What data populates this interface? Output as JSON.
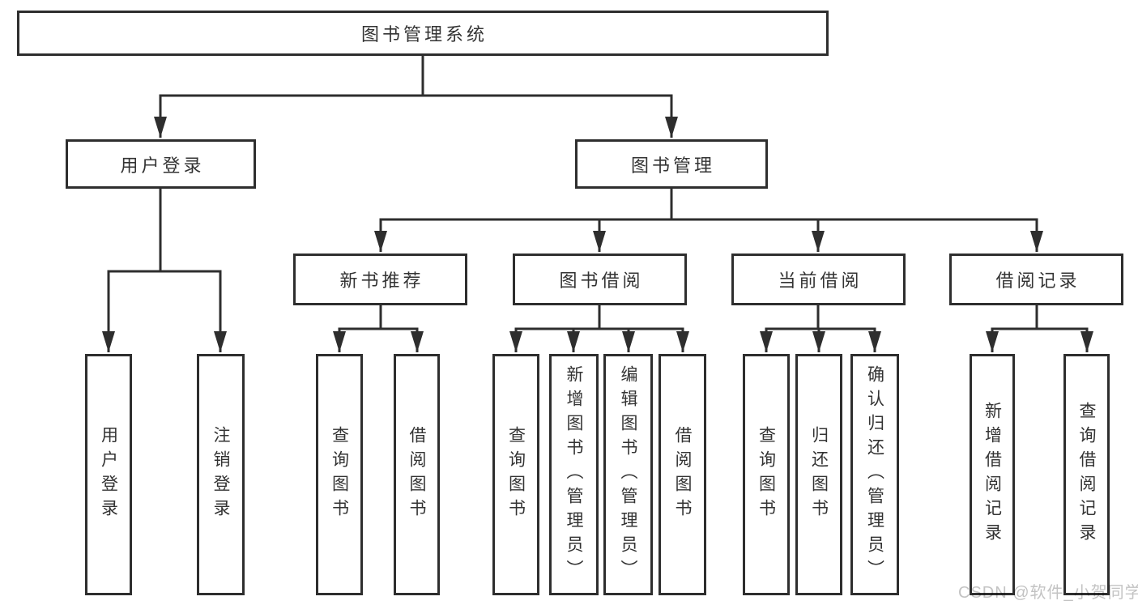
{
  "diagram": {
    "type": "hierarchy-tree",
    "tree": {
      "label": "图书管理系统",
      "children": [
        {
          "label": "用户登录",
          "children": [
            {
              "label": "用户登录"
            },
            {
              "label": "注销登录"
            }
          ]
        },
        {
          "label": "图书管理",
          "children": [
            {
              "label": "新书推荐",
              "children": [
                {
                  "label": "查询图书"
                },
                {
                  "label": "借阅图书"
                }
              ]
            },
            {
              "label": "图书借阅",
              "children": [
                {
                  "label": "查询图书"
                },
                {
                  "label": "新增图书（管理员）"
                },
                {
                  "label": "编辑图书（管理员）"
                },
                {
                  "label": "借阅图书"
                }
              ]
            },
            {
              "label": "当前借阅",
              "children": [
                {
                  "label": "查询图书"
                },
                {
                  "label": "归还图书"
                },
                {
                  "label": "确认归还（管理员）"
                }
              ]
            },
            {
              "label": "借阅记录",
              "children": [
                {
                  "label": "新增借阅记录"
                },
                {
                  "label": "查询借阅记录"
                }
              ]
            }
          ]
        }
      ]
    },
    "colors": {
      "line": "#2e2e2e",
      "box_border": "#2e2e2e",
      "text": "#333333",
      "background": "#ffffff",
      "watermark": "#c3c3c3"
    }
  },
  "watermark": {
    "text": "CSDN @软件_小贺同学"
  }
}
